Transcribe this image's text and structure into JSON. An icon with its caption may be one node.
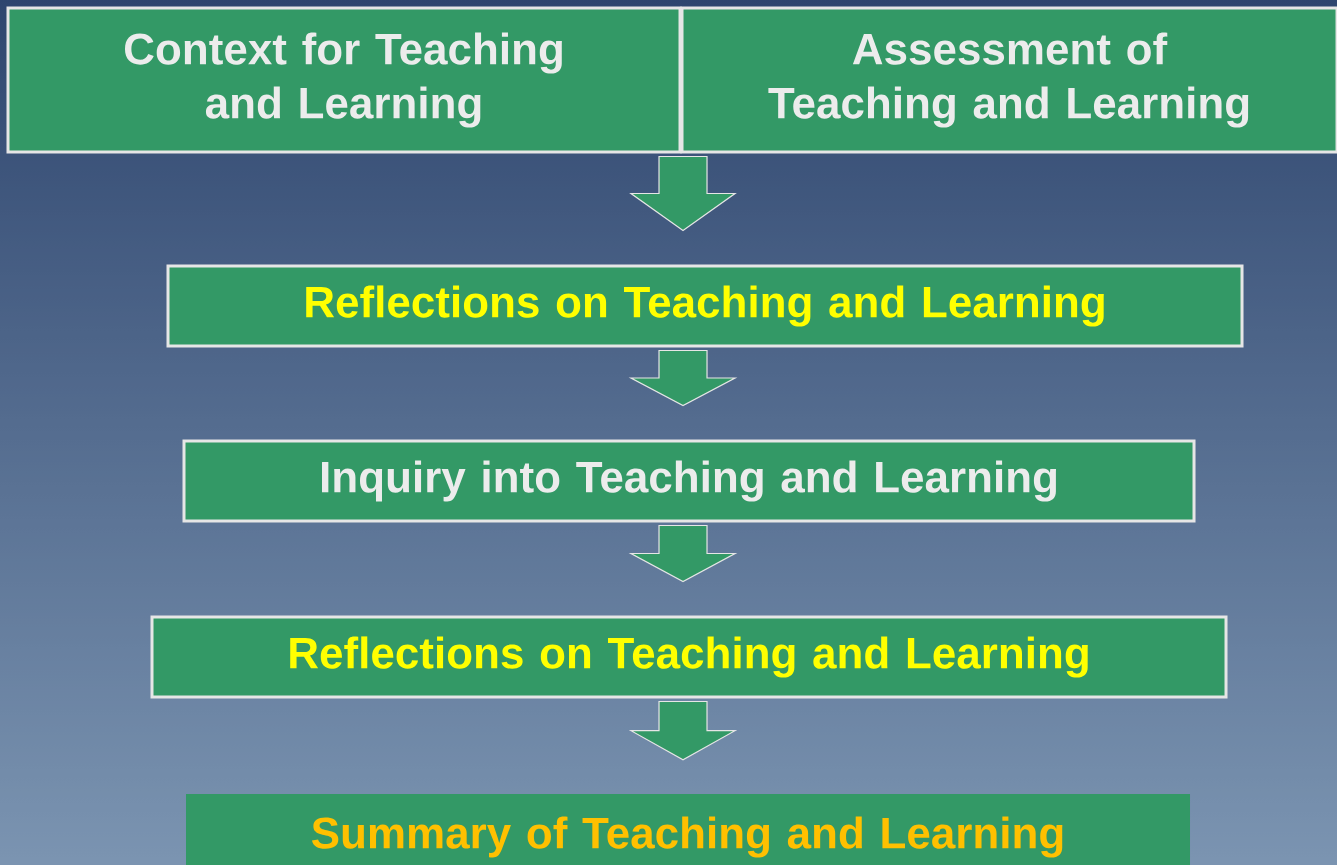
{
  "diagram": {
    "nodes": [
      {
        "text": [
          "Context for Teaching and Learning"
        ]
      },
      {
        "text": [
          "Assessment of Teaching and Learning"
        ]
      },
      {
        "text": [
          "Reflections on Teaching and Learning"
        ]
      },
      {
        "text": [
          "Inquiry into Teaching and Learning"
        ]
      },
      {
        "text": [
          "Reflections on Teaching and Learning"
        ]
      },
      {
        "text": [
          "Summary of Teaching and Learning"
        ]
      }
    ],
    "edges": [
      {
        "from": 0,
        "to": 2,
        "arrow": "to"
      },
      {
        "from": 1,
        "to": 2,
        "arrow": "to"
      },
      {
        "from": 2,
        "to": 3,
        "arrow": "to"
      },
      {
        "from": 3,
        "to": 4,
        "arrow": "to"
      },
      {
        "from": 4,
        "to": 5,
        "arrow": "to"
      }
    ]
  }
}
